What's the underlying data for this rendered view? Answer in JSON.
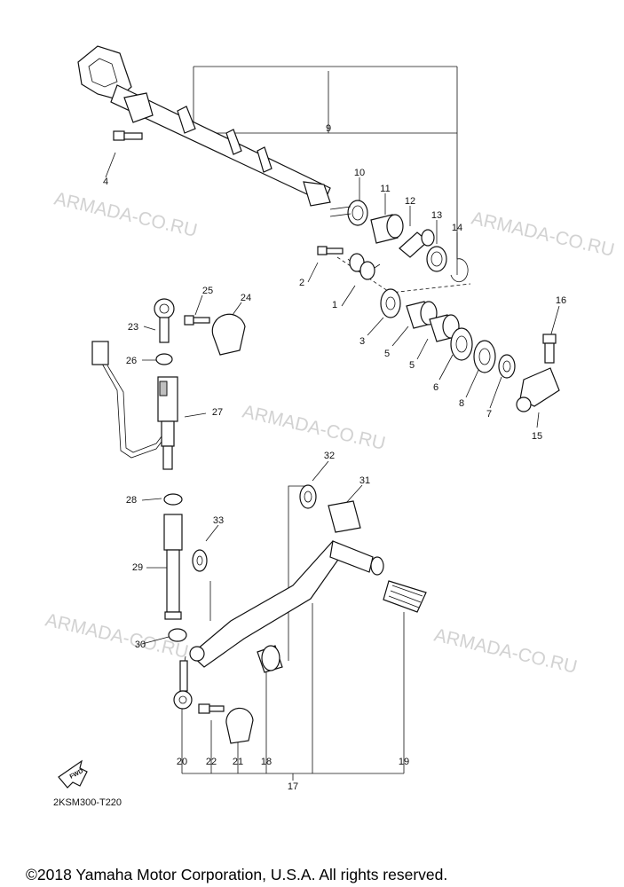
{
  "watermark": "ARMADA-CO.RU",
  "callouts": [
    "1",
    "2",
    "3",
    "4",
    "5",
    "5",
    "6",
    "7",
    "8",
    "9",
    "10",
    "11",
    "12",
    "13",
    "14",
    "15",
    "16",
    "17",
    "18",
    "19",
    "20",
    "21",
    "22",
    "23",
    "24",
    "25",
    "26",
    "27",
    "28",
    "29",
    "30",
    "31",
    "32",
    "33"
  ],
  "fwd_label": "FWD",
  "diagram_code": "2KSM300-T220",
  "copyright": "©2018 Yamaha Motor Corporation, U.S.A. All rights reserved."
}
